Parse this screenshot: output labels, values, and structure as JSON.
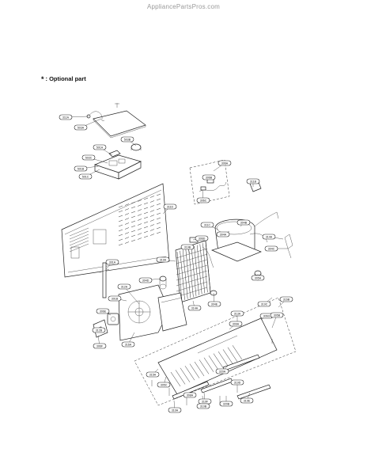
{
  "watermark": "AppliancePartsPros.com",
  "legend": {
    "symbol": "*",
    "label": ": Optional part"
  },
  "callouts": [
    {
      "id": "c1",
      "label": "311A"
    },
    {
      "id": "c2",
      "label": "503A"
    },
    {
      "id": "c3",
      "label": "501A"
    },
    {
      "id": "c4",
      "label": "503B"
    },
    {
      "id": "c5",
      "label": "503C"
    },
    {
      "id": "c6",
      "label": "501B"
    },
    {
      "id": "c7",
      "label": "501C"
    },
    {
      "id": "c8",
      "label": "306B"
    },
    {
      "id": "c9",
      "label": "306C"
    },
    {
      "id": "c10",
      "label": "306A"
    },
    {
      "id": "c11",
      "label": "311C"
    },
    {
      "id": "c12",
      "label": "311B"
    },
    {
      "id": "c13",
      "label": "304A"
    },
    {
      "id": "c14",
      "label": "304B"
    },
    {
      "id": "c15",
      "label": "314A"
    },
    {
      "id": "c16",
      "label": "306D"
    },
    {
      "id": "c17",
      "label": "311D"
    },
    {
      "id": "c18",
      "label": "304C"
    },
    {
      "id": "c19",
      "label": "319A"
    },
    {
      "id": "c20",
      "label": "319B"
    },
    {
      "id": "c21",
      "label": "301A"
    },
    {
      "id": "c22",
      "label": "305A"
    },
    {
      "id": "c23",
      "label": "304D"
    },
    {
      "id": "c24",
      "label": "314A"
    },
    {
      "id": "c25",
      "label": "304E"
    },
    {
      "id": "c26",
      "label": "312A"
    },
    {
      "id": "c27",
      "label": "301B"
    },
    {
      "id": "c28",
      "label": "306E"
    },
    {
      "id": "c29",
      "label": "319C"
    },
    {
      "id": "c30",
      "label": "312B"
    },
    {
      "id": "c31",
      "label": "316A"
    },
    {
      "id": "c32",
      "label": "306F"
    },
    {
      "id": "c33",
      "label": "306G"
    },
    {
      "id": "c34",
      "label": "316B"
    },
    {
      "id": "c35",
      "label": "305B"
    },
    {
      "id": "c36",
      "label": "309A"
    },
    {
      "id": "c37",
      "label": "319D"
    },
    {
      "id": "c38",
      "label": "315A"
    },
    {
      "id": "c39",
      "label": "305C"
    },
    {
      "id": "c40",
      "label": "308A"
    },
    {
      "id": "c41",
      "label": "320A"
    },
    {
      "id": "c42",
      "label": "320B"
    },
    {
      "id": "c43",
      "label": "319E"
    },
    {
      "id": "c44",
      "label": "319F"
    },
    {
      "id": "c45",
      "label": "310A"
    },
    {
      "id": "c46",
      "label": "310B"
    },
    {
      "id": "c47",
      "label": "313A"
    }
  ]
}
